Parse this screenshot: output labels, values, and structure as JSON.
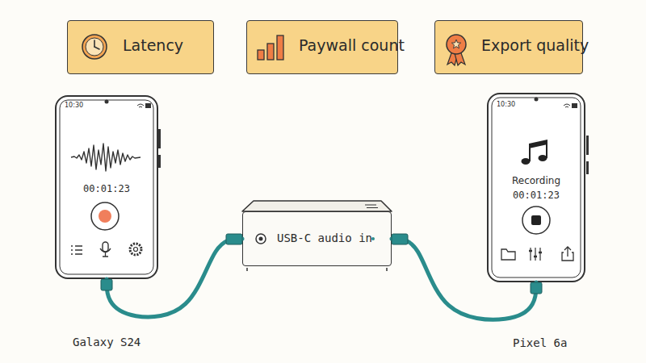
{
  "diagram": {
    "nodes": [
      {
        "text": [
          "Latency"
        ]
      },
      {
        "text": [
          "Paywall count"
        ]
      },
      {
        "text": [
          "Export quality"
        ]
      },
      {
        "text": [
          "10:30",
          "00:01:23",
          "Galaxy S24"
        ]
      },
      {
        "text": [
          "USB-C audio in"
        ]
      },
      {
        "text": [
          "10:30",
          "Recording",
          "00:01:23",
          "Pixel 6a"
        ]
      }
    ],
    "edges": [
      {
        "from": 3,
        "to": 4,
        "arrow": "none"
      },
      {
        "from": 4,
        "to": 5,
        "arrow": "none"
      }
    ]
  }
}
